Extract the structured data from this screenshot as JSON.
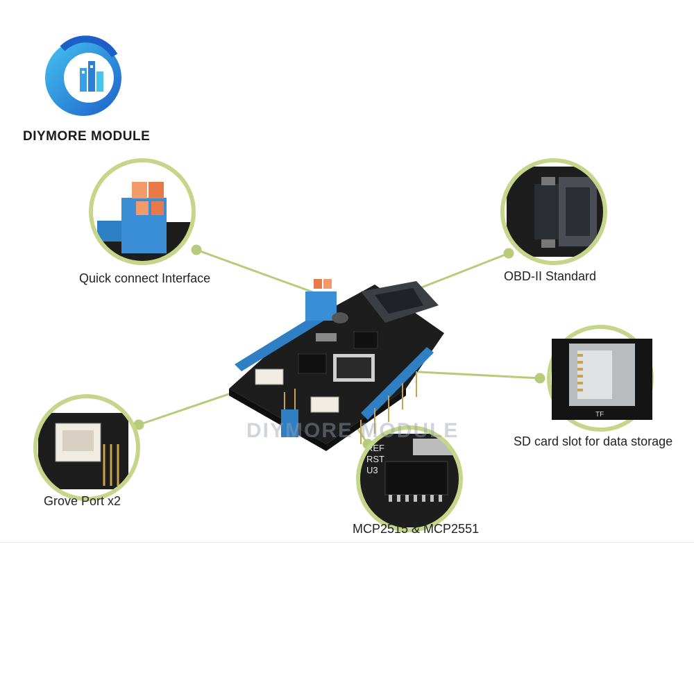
{
  "brand": {
    "name": "DIYMORE MODULE",
    "logo": "diymore-logo"
  },
  "watermark": "DIYMORE MODULE",
  "colors": {
    "ring": "#c5d58a",
    "line": "#b6cc7a",
    "pcb": "#1d1d1d",
    "header": "#2f7fc4",
    "logo_blue": "#2f7fd6",
    "logo_cyan": "#45c4f0"
  },
  "callouts": {
    "quick_connect": "Quick connect Interface",
    "obd": "OBD-II Standard",
    "sd": "SD card slot for data storage",
    "grove": "Grove Port x2",
    "mcp": "MCP2515 & MCP2551"
  },
  "chip_labels": {
    "ref": "REF",
    "rst": "RST",
    "u3": "U3",
    "tf": "TF"
  }
}
